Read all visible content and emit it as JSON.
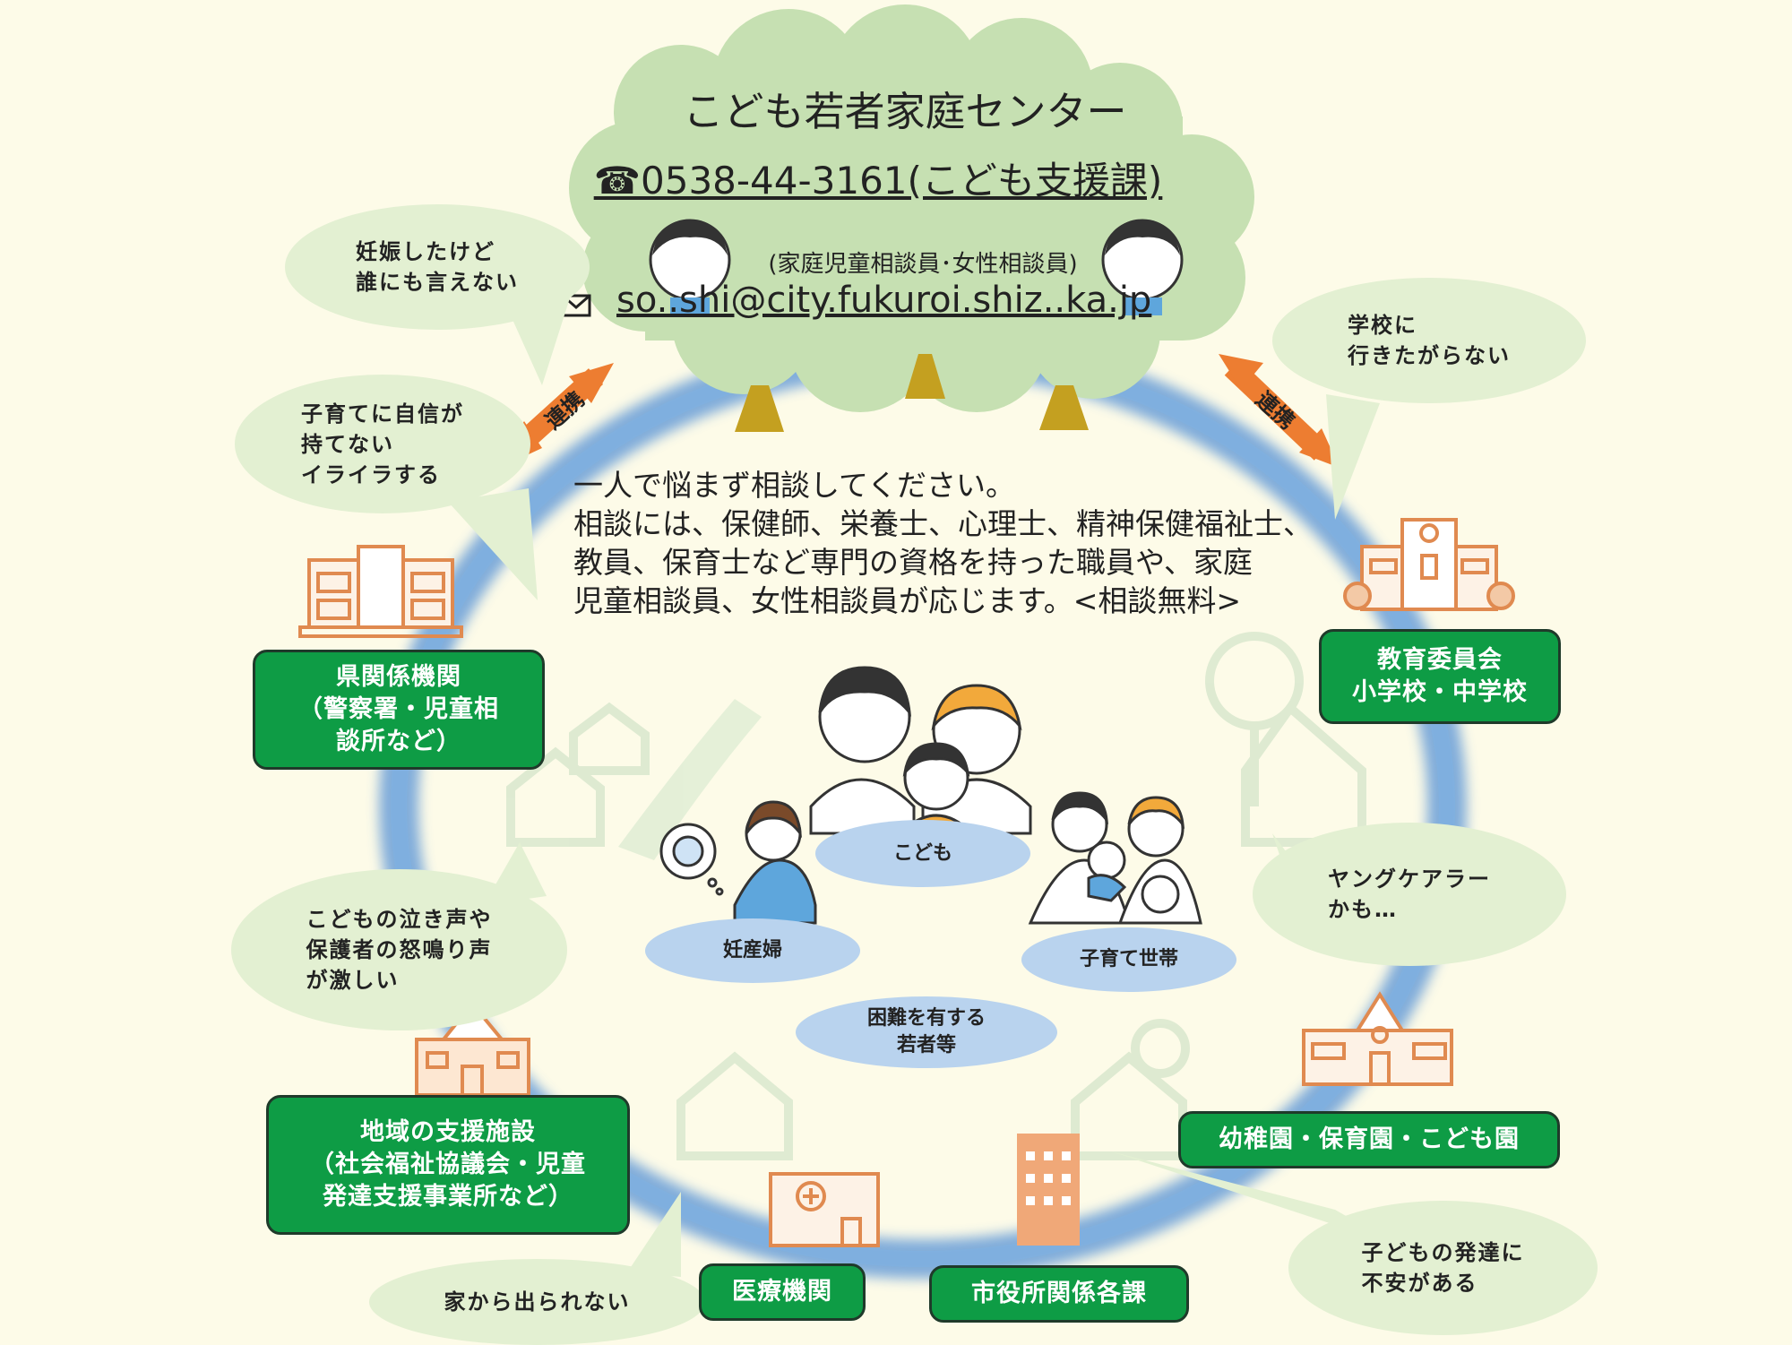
{
  "center": {
    "title": "こども若者家庭センター",
    "phone": "☎0538-44-3161(こども支援課)",
    "staff": "(家庭児童相談員･女性相談員)",
    "email": "so..shi@city.fukuroi.shiz..ka.jp",
    "message": "一人で悩まず相談してください。\n相談には、保健師、栄養士、心理士、精神保健福祉士、\n教員、保育士など専門の資格を持った職員や、家庭\n児童相談員、女性相談員が応じます。<相談無料>"
  },
  "links": {
    "left": "連携",
    "right": "連携"
  },
  "bubbles": {
    "pregnancy": "妊娠したけど\n誰にも言えない",
    "parenting": "子育てに自信が\n持てない\nイライラする",
    "school": "学校に\n行きたがらない",
    "crying": "こどもの泣き声や\n保護者の怒鳴り声\nが激しい",
    "young_carer": "ヤングケアラー\nかも…",
    "development": "子どもの発達に\n不安がある",
    "home": "家から出られない"
  },
  "agencies": {
    "prefecture": "県関係機関\n（警察署・児童相\n談所など）",
    "education": "教育委員会\n小学校・中学校",
    "local_support": "地域の支援施設\n（社会福祉協議会・児童\n発達支援事業所など）",
    "kindergarten": "幼稚園・保育園・こども園",
    "medical": "医療機関",
    "city_hall": "市役所関係各課"
  },
  "targets": {
    "children": "こども",
    "expectant": "妊産婦",
    "families": "子育て世帯",
    "youth": "困難を有する\n若者等"
  },
  "colors": {
    "background": "#fdfbe8",
    "ring": "#6a9fd8",
    "agency_green": "#0e9c45",
    "bubble": "#e3f0d2",
    "tree": "#c6e0b2",
    "arrow": "#ed7d31",
    "target_oval": "#b9d3ee"
  }
}
